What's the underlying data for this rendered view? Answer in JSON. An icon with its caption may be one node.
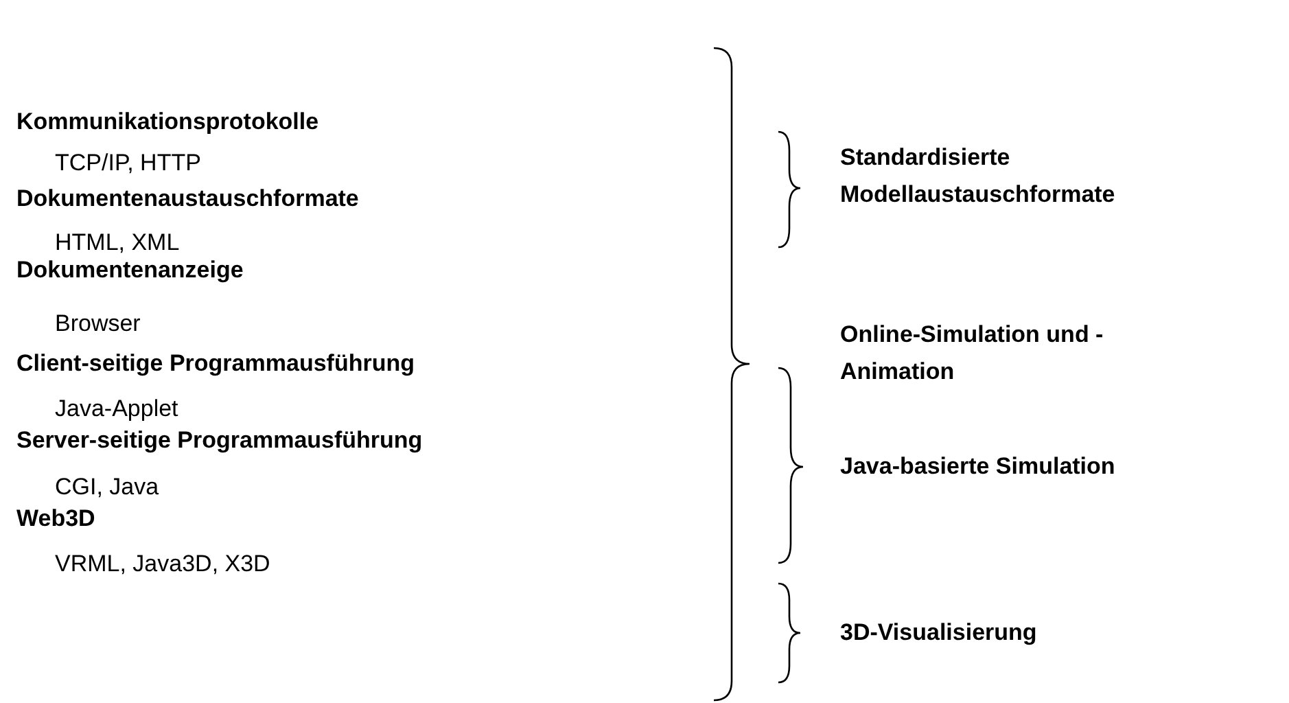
{
  "diagram": {
    "labels": [
      "Kommunikationsprotokolle",
      "TCP/IP, HTTP",
      "Dokumentenaustauschformate",
      "HTML, XML",
      "Dokumentenanzeige",
      "Browser",
      "Client-seitige Programmausführung",
      "Java-Applet",
      "Server-seitige Programmausführung",
      "CGI, Java",
      "Web3D",
      "VRML, Java3D, X3D",
      "Standardisierte Modellaustauschformate",
      "Online-Simulation und -Animation",
      "Java-basierte Simulation",
      "3D-Visualisierung"
    ]
  }
}
